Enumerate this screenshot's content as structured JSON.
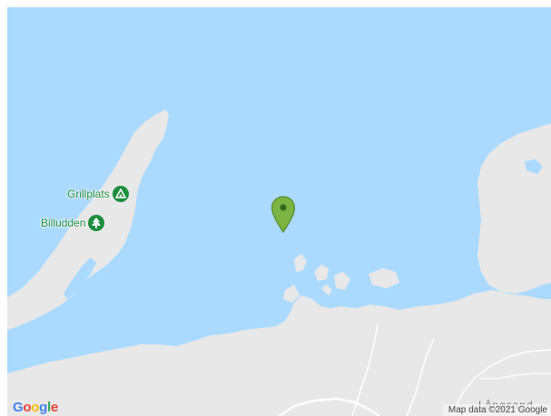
{
  "map": {
    "colors": {
      "water": "#aadaff",
      "land": "#e8e8e8",
      "road": "#ffffff",
      "marker": "#7cb342",
      "marker_stroke": "#558b2f",
      "poi": "#1e8e3e"
    },
    "pois": [
      {
        "label": "Grillplats",
        "icon": "campground-icon"
      },
      {
        "label": "Billudden",
        "icon": "tree-icon"
      }
    ],
    "places": [
      {
        "label": "Långsand"
      }
    ],
    "marker": {
      "icon": "map-pin-icon"
    },
    "branding": {
      "logo_letters": [
        "G",
        "o",
        "o",
        "g",
        "l",
        "e"
      ],
      "logo_colors": [
        "#4285f4",
        "#ea4335",
        "#fbbc05",
        "#4285f4",
        "#34a853",
        "#ea4335"
      ],
      "attribution": "Map data ©2021 Google"
    }
  }
}
